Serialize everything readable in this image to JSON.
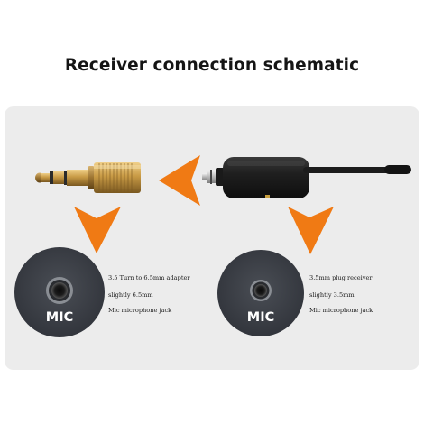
{
  "title": "Receiver connection schematic",
  "left_jack": {
    "label": "MIC",
    "notes": [
      "3.5 Turn to 6.5mm adapter",
      "slightly 6.5mm",
      "Mic microphone jack"
    ]
  },
  "right_jack": {
    "label": "MIC",
    "notes": [
      "3.5mm plug receiver",
      "slightly 3.5mm",
      "Mic microphone jack"
    ]
  },
  "colors": {
    "arrow": "#f07a14",
    "jack_face": "#3f434a",
    "panel": "#ececec",
    "receiver": "#202020",
    "adapter_gold": "#c89a45"
  },
  "icons": [
    "arrow-left-icon",
    "arrow-down-icon",
    "adapter-plug-icon",
    "receiver-device-icon",
    "jack-socket-icon"
  ]
}
